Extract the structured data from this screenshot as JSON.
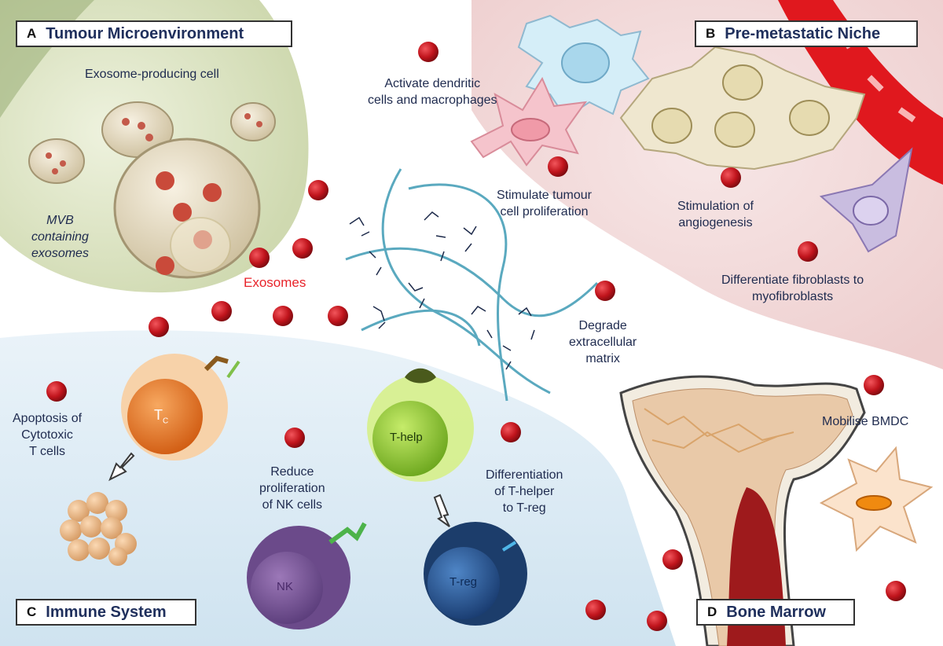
{
  "panels": {
    "a": {
      "letter": "A",
      "title": "Tumour Microenvironment"
    },
    "b": {
      "letter": "B",
      "title": "Pre-metastatic Niche"
    },
    "c": {
      "letter": "C",
      "title": "Immune System"
    },
    "d": {
      "letter": "D",
      "title": "Bone Marrow"
    }
  },
  "labels": {
    "exosome_producing_cell": "Exosome-producing cell",
    "mvb": [
      "MVB",
      "containing",
      "exosomes"
    ],
    "exosomes": "Exosomes",
    "activate_dc": [
      "Activate dendritic",
      "cells and macrophages"
    ],
    "stimulate_tumour": [
      "Stimulate tumour",
      "cell proliferation"
    ],
    "angiogenesis": [
      "Stimulation of",
      "angiogenesis"
    ],
    "fibroblasts": [
      "Differentiate fibroblasts to",
      "myofibroblasts"
    ],
    "degrade_ecm": [
      "Degrade",
      "extracellular",
      "matrix"
    ],
    "apoptosis": [
      "Apoptosis of",
      "Cytotoxic",
      "T cells"
    ],
    "reduce_nk": [
      "Reduce",
      "proliferation",
      "of NK cells"
    ],
    "differentiation": [
      "Differentiation",
      "of T-helper",
      "to T-reg"
    ],
    "mobilise": "Mobilise BMDC"
  },
  "cells": {
    "tc": "T",
    "tc_sub": "C",
    "thelp": "T-help",
    "nk": "NK",
    "treg": "T-reg"
  },
  "colors": {
    "exosome": "#c0141c",
    "panel_title": "#1f2f5c",
    "exosome_label": "#e8232a",
    "tumour_bg": "#dfe7c9",
    "niche_bg": "#f2dcdc",
    "immune_bg": "#dcebf4",
    "vessel": "#e0181e"
  }
}
